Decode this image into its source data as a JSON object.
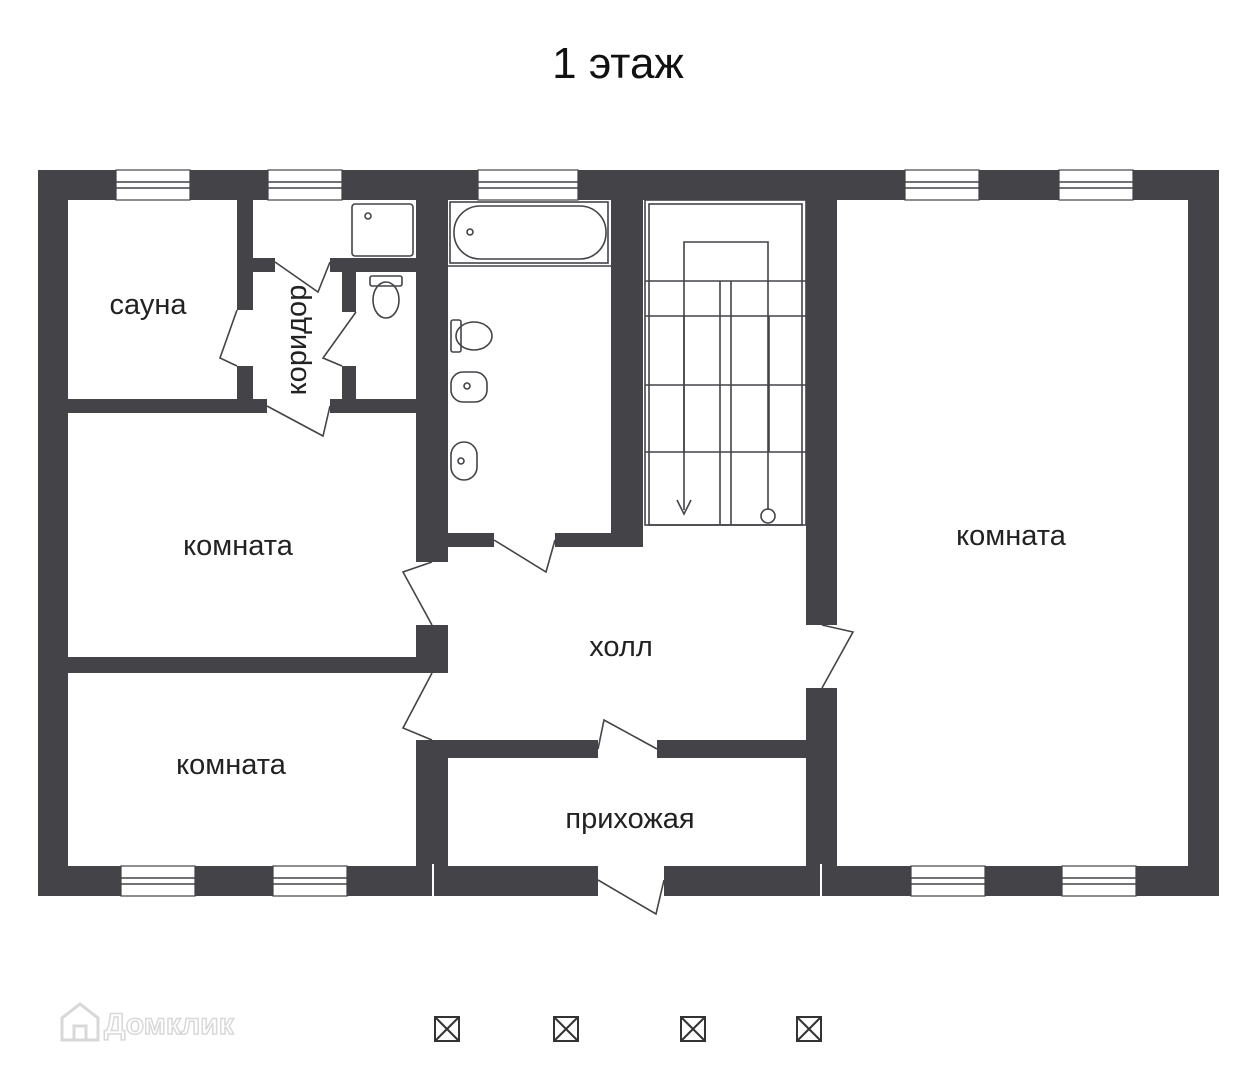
{
  "title": "1 этаж",
  "watermark": "Домклик",
  "colors": {
    "wall": "#444348",
    "background": "#ffffff",
    "text": "#222222"
  },
  "rooms": {
    "sauna": "сауна",
    "corridor": "коридор",
    "room_left_top": "комната",
    "room_left_bottom": "комната",
    "room_right": "комната",
    "hall": "холл",
    "entrance": "прихожая"
  },
  "legend_icons": [
    "crossed-box-icon",
    "crossed-box-icon",
    "crossed-box-icon",
    "crossed-box-icon"
  ]
}
